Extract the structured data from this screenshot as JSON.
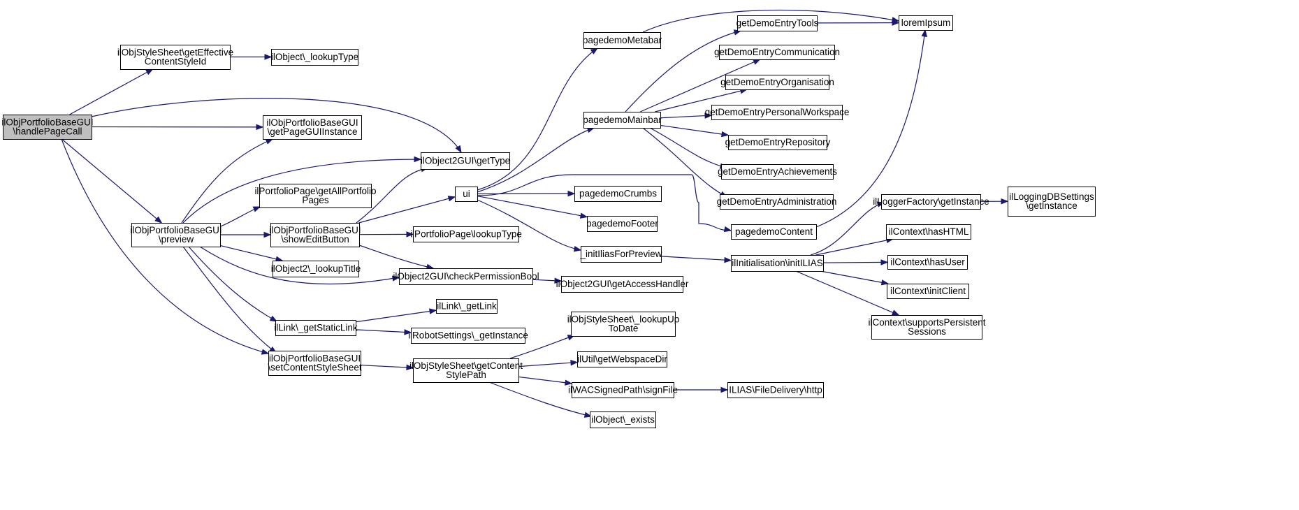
{
  "diagram": {
    "type": "call-graph",
    "edge_color": "#191970",
    "root_fill": "#bfbfbf",
    "nodes": [
      {
        "id": "handlePageCall",
        "lines": [
          "ilObjPortfolioBaseGUI",
          "\\handlePageCall"
        ],
        "root": true
      },
      {
        "id": "getEffectiveContentStyleId",
        "lines": [
          "ilObjStyleSheet\\getEffective",
          "ContentStyleId"
        ]
      },
      {
        "id": "objLookupType",
        "lines": [
          "ilObject\\_lookupType"
        ]
      },
      {
        "id": "getPageGUIInstance",
        "lines": [
          "ilObjPortfolioBaseGUI",
          "\\getPageGUIInstance"
        ]
      },
      {
        "id": "getType",
        "lines": [
          "ilObject2GUI\\getType"
        ]
      },
      {
        "id": "getAllPortfolioPages",
        "lines": [
          "ilPortfolioPage\\getAllPortfolio",
          "Pages"
        ]
      },
      {
        "id": "preview",
        "lines": [
          "ilObjPortfolioBaseGUI",
          "\\preview"
        ]
      },
      {
        "id": "showEditButton",
        "lines": [
          "ilObjPortfolioBaseGUI",
          "\\showEditButton"
        ]
      },
      {
        "id": "lookupTitle",
        "lines": [
          "ilObject2\\_lookupTitle"
        ]
      },
      {
        "id": "checkPermissionBool",
        "lines": [
          "ilObject2GUI\\checkPermissionBool"
        ]
      },
      {
        "id": "getAccessHandler",
        "lines": [
          "ilObject2GUI\\getAccessHandler"
        ]
      },
      {
        "id": "getLink",
        "lines": [
          "ilLink\\_getLink"
        ]
      },
      {
        "id": "getStaticLink",
        "lines": [
          "ilLink\\_getStaticLink"
        ]
      },
      {
        "id": "robotGetInstance",
        "lines": [
          "ilRobotSettings\\_getInstance"
        ]
      },
      {
        "id": "setContentStyleSheet",
        "lines": [
          "ilObjPortfolioBaseGUI",
          "\\setContentStyleSheet"
        ]
      },
      {
        "id": "getContentStylePath",
        "lines": [
          "ilObjStyleSheet\\getContent",
          "StylePath"
        ]
      },
      {
        "id": "lookupUpToDate",
        "lines": [
          "ilObjStyleSheet\\_lookupUp",
          "ToDate"
        ]
      },
      {
        "id": "getWebspaceDir",
        "lines": [
          "ilUtil\\getWebspaceDir"
        ]
      },
      {
        "id": "signFile",
        "lines": [
          "ilWACSignedPath\\signFile"
        ]
      },
      {
        "id": "fileDeliveryHttp",
        "lines": [
          "ILIAS\\FileDelivery\\http"
        ]
      },
      {
        "id": "objExists",
        "lines": [
          "ilObject\\_exists"
        ]
      },
      {
        "id": "ui",
        "lines": [
          "ui"
        ]
      },
      {
        "id": "portfolioLookupType",
        "lines": [
          "ilPortfolioPage\\lookupType"
        ]
      },
      {
        "id": "pagedemoMetabar",
        "lines": [
          "pagedemoMetabar"
        ]
      },
      {
        "id": "pagedemoMainbar",
        "lines": [
          "pagedemoMainbar"
        ]
      },
      {
        "id": "pagedemoCrumbs",
        "lines": [
          "pagedemoCrumbs"
        ]
      },
      {
        "id": "pagedemoFooter",
        "lines": [
          "pagedemoFooter"
        ]
      },
      {
        "id": "initIliasForPreview",
        "lines": [
          "_initIliasForPreview"
        ]
      },
      {
        "id": "pagedemoContent",
        "lines": [
          "pagedemoContent"
        ]
      },
      {
        "id": "initILIAS",
        "lines": [
          "ilInitialisation\\initILIAS"
        ]
      },
      {
        "id": "getDemoEntryTools",
        "lines": [
          "getDemoEntryTools"
        ]
      },
      {
        "id": "getDemoEntryCommunication",
        "lines": [
          "getDemoEntryCommunication"
        ]
      },
      {
        "id": "getDemoEntryOrganisation",
        "lines": [
          "getDemoEntryOrganisation"
        ]
      },
      {
        "id": "getDemoEntryPersonalWorkspace",
        "lines": [
          "getDemoEntryPersonalWorkspace"
        ]
      },
      {
        "id": "getDemoEntryRepository",
        "lines": [
          "getDemoEntryRepository"
        ]
      },
      {
        "id": "getDemoEntryAchievements",
        "lines": [
          "getDemoEntryAchievements"
        ]
      },
      {
        "id": "getDemoEntryAdministration",
        "lines": [
          "getDemoEntryAdministration"
        ]
      },
      {
        "id": "loremIpsum",
        "lines": [
          "loremIpsum"
        ]
      },
      {
        "id": "loggerFactoryGetInstance",
        "lines": [
          "ilLoggerFactory\\getInstance"
        ]
      },
      {
        "id": "loggingDBSettingsGetInstance",
        "lines": [
          "ilLoggingDBSettings",
          "\\getInstance"
        ]
      },
      {
        "id": "hasHTML",
        "lines": [
          "ilContext\\hasHTML"
        ]
      },
      {
        "id": "hasUser",
        "lines": [
          "ilContext\\hasUser"
        ]
      },
      {
        "id": "initClient",
        "lines": [
          "ilContext\\initClient"
        ]
      },
      {
        "id": "supportsPersistentSessions",
        "lines": [
          "ilContext\\supportsPersistent",
          "Sessions"
        ]
      }
    ],
    "edges": [
      [
        "handlePageCall",
        "getEffectiveContentStyleId"
      ],
      [
        "handlePageCall",
        "getType"
      ],
      [
        "handlePageCall",
        "getPageGUIInstance"
      ],
      [
        "handlePageCall",
        "preview"
      ],
      [
        "handlePageCall",
        "setContentStyleSheet"
      ],
      [
        "getEffectiveContentStyleId",
        "objLookupType"
      ],
      [
        "preview",
        "getPageGUIInstance"
      ],
      [
        "preview",
        "getType"
      ],
      [
        "preview",
        "getAllPortfolioPages"
      ],
      [
        "preview",
        "showEditButton"
      ],
      [
        "preview",
        "lookupTitle"
      ],
      [
        "preview",
        "checkPermissionBool"
      ],
      [
        "preview",
        "getStaticLink"
      ],
      [
        "preview",
        "setContentStyleSheet"
      ],
      [
        "showEditButton",
        "getType"
      ],
      [
        "showEditButton",
        "ui"
      ],
      [
        "showEditButton",
        "portfolioLookupType"
      ],
      [
        "showEditButton",
        "checkPermissionBool"
      ],
      [
        "checkPermissionBool",
        "getAccessHandler"
      ],
      [
        "getStaticLink",
        "getLink"
      ],
      [
        "getStaticLink",
        "robotGetInstance"
      ],
      [
        "setContentStyleSheet",
        "getContentStylePath"
      ],
      [
        "getContentStylePath",
        "lookupUpToDate"
      ],
      [
        "getContentStylePath",
        "getWebspaceDir"
      ],
      [
        "getContentStylePath",
        "signFile"
      ],
      [
        "getContentStylePath",
        "objExists"
      ],
      [
        "signFile",
        "fileDeliveryHttp"
      ],
      [
        "ui",
        "pagedemoMetabar"
      ],
      [
        "ui",
        "pagedemoMainbar"
      ],
      [
        "ui",
        "pagedemoCrumbs"
      ],
      [
        "ui",
        "pagedemoFooter"
      ],
      [
        "ui",
        "initIliasForPreview"
      ],
      [
        "ui",
        "pagedemoContent"
      ],
      [
        "pagedemoMetabar",
        "loremIpsum"
      ],
      [
        "pagedemoMainbar",
        "getDemoEntryTools"
      ],
      [
        "pagedemoMainbar",
        "getDemoEntryCommunication"
      ],
      [
        "pagedemoMainbar",
        "getDemoEntryOrganisation"
      ],
      [
        "pagedemoMainbar",
        "getDemoEntryPersonalWorkspace"
      ],
      [
        "pagedemoMainbar",
        "getDemoEntryRepository"
      ],
      [
        "pagedemoMainbar",
        "getDemoEntryAchievements"
      ],
      [
        "pagedemoMainbar",
        "getDemoEntryAdministration"
      ],
      [
        "getDemoEntryTools",
        "loremIpsum"
      ],
      [
        "pagedemoContent",
        "loremIpsum"
      ],
      [
        "initIliasForPreview",
        "initILIAS"
      ],
      [
        "initILIAS",
        "loggerFactoryGetInstance"
      ],
      [
        "initILIAS",
        "hasHTML"
      ],
      [
        "initILIAS",
        "hasUser"
      ],
      [
        "initILIAS",
        "initClient"
      ],
      [
        "initILIAS",
        "supportsPersistentSessions"
      ],
      [
        "loggerFactoryGetInstance",
        "loggingDBSettingsGetInstance"
      ]
    ]
  }
}
